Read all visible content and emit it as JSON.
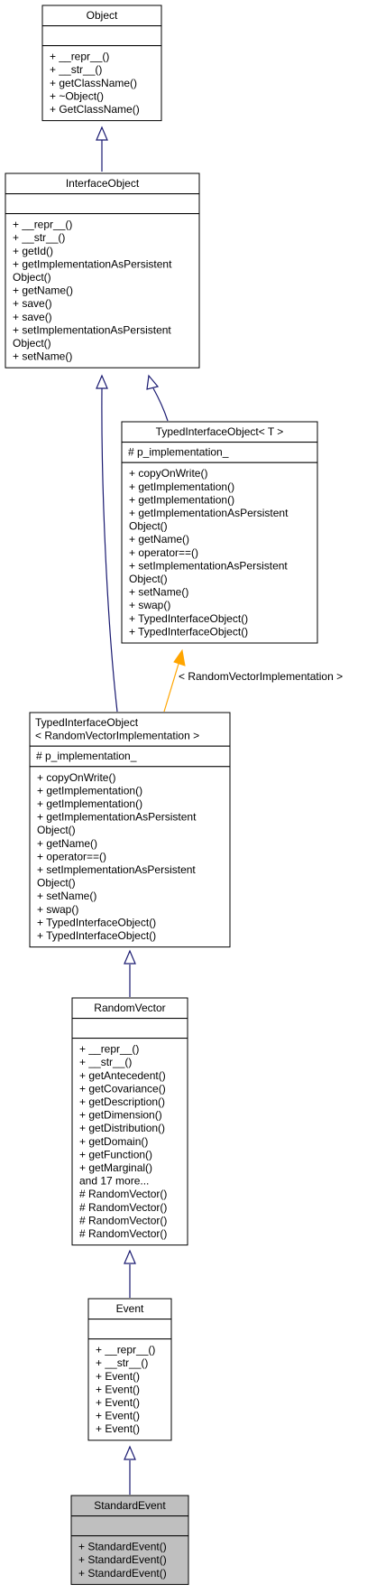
{
  "classes": {
    "object": {
      "title": [
        "Object"
      ],
      "attributes": [],
      "members": [
        "+ __repr__()",
        "+ __str__()",
        "+ getClassName()",
        "+ ~Object()",
        "+ GetClassName()"
      ]
    },
    "interface_object": {
      "title": [
        "InterfaceObject"
      ],
      "attributes": [],
      "members": [
        "+ __repr__()",
        "+ __str__()",
        "+ getId()",
        "+ getImplementationAsPersistent",
        "Object()",
        "+ getName()",
        "+ save()",
        "+ save()",
        "+ setImplementationAsPersistent",
        "Object()",
        "+ setName()"
      ]
    },
    "typed_interface_object_t": {
      "title": [
        "TypedInterfaceObject< T >"
      ],
      "attributes": [
        "# p_implementation_"
      ],
      "members": [
        "+ copyOnWrite()",
        "+ getImplementation()",
        "+ getImplementation()",
        "+ getImplementationAsPersistent",
        "Object()",
        "+ getName()",
        "+ operator==()",
        "+ setImplementationAsPersistent",
        "Object()",
        "+ setName()",
        "+ swap()",
        "+ TypedInterfaceObject()",
        "+ TypedInterfaceObject()"
      ]
    },
    "typed_interface_object_rv": {
      "title": [
        "TypedInterfaceObject",
        "< RandomVectorImplementation >"
      ],
      "attributes": [
        "# p_implementation_"
      ],
      "members": [
        "+ copyOnWrite()",
        "+ getImplementation()",
        "+ getImplementation()",
        "+ getImplementationAsPersistent",
        "Object()",
        "+ getName()",
        "+ operator==()",
        "+ setImplementationAsPersistent",
        "Object()",
        "+ setName()",
        "+ swap()",
        "+ TypedInterfaceObject()",
        "+ TypedInterfaceObject()"
      ]
    },
    "random_vector": {
      "title": [
        "RandomVector"
      ],
      "attributes": [],
      "members": [
        "+ __repr__()",
        "+ __str__()",
        "+ getAntecedent()",
        "+ getCovariance()",
        "+ getDescription()",
        "+ getDimension()",
        "+ getDistribution()",
        "+ getDomain()",
        "+ getFunction()",
        "+ getMarginal()",
        "and 17 more...",
        "# RandomVector()",
        "# RandomVector()",
        "# RandomVector()",
        "# RandomVector()"
      ]
    },
    "event": {
      "title": [
        "Event"
      ],
      "attributes": [],
      "members": [
        "+ __repr__()",
        "+ __str__()",
        "+ Event()",
        "+ Event()",
        "+ Event()",
        "+ Event()",
        "+ Event()"
      ]
    },
    "standard_event": {
      "title": [
        "StandardEvent"
      ],
      "attributes": [],
      "members": [
        "+ StandardEvent()",
        "+ StandardEvent()",
        "+ StandardEvent()"
      ]
    }
  },
  "edges": {
    "template_binding_label": "< RandomVectorImplementation >"
  },
  "colors": {
    "class_border": "#000000",
    "highlight_fill": "#bfbfbf",
    "inheritance_edge": "#191970",
    "template_edge": "#ffa500"
  }
}
